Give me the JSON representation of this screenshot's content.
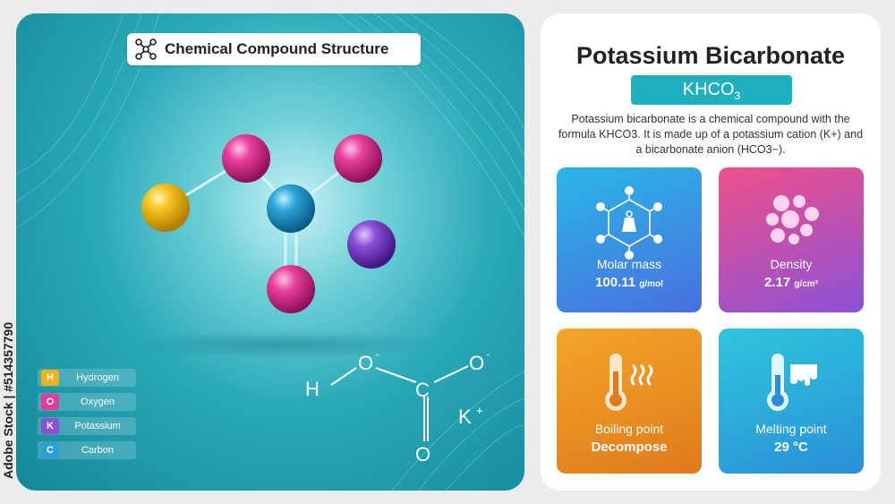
{
  "left": {
    "title": "Chemical Compound Structure",
    "legend": [
      {
        "symbol": "H",
        "label": "Hydrogen",
        "color": "#f2b21c"
      },
      {
        "symbol": "O",
        "label": "Oxygen",
        "color": "#e23c96"
      },
      {
        "symbol": "K",
        "label": "Potassium",
        "color": "#8e4fd2"
      },
      {
        "symbol": "C",
        "label": "Carbon",
        "color": "#2aa0d6"
      }
    ],
    "structure": {
      "h": "H",
      "o_top_left": "O",
      "o_top_right": "O",
      "c": "C",
      "o_bottom": "O",
      "charge_minus": "-",
      "cation": "K",
      "cation_charge": "+"
    },
    "watermark": "Adobe Stock | #514357790"
  },
  "right": {
    "name": "Potassium Bicarbonate",
    "formula_main": "KHCO",
    "formula_sub": "3",
    "description": "Potassium bicarbonate is a chemical compound with the formula KHCO3. It is made up of a potassium cation (K+) and a bicarbonate anion (HCO3−).",
    "cards": {
      "molar_mass": {
        "label": "Molar mass",
        "value": "100.11",
        "unit": "g/mol"
      },
      "density": {
        "label": "Density",
        "value": "2.17",
        "unit": "g/cm³"
      },
      "boiling_point": {
        "label": "Boiling point",
        "value": "Decompose"
      },
      "melting_point": {
        "label": "Melting point",
        "value": "29 °C"
      }
    }
  }
}
